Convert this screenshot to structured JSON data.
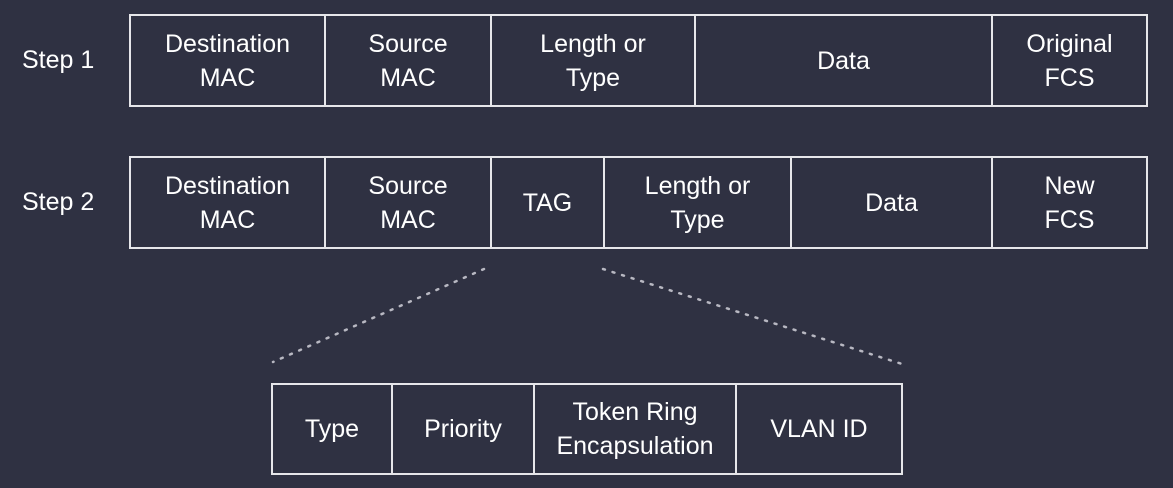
{
  "step1": {
    "label": "Step 1",
    "fields": [
      "Destination\nMAC",
      "Source\nMAC",
      "Length or\nType",
      "Data",
      "Original\nFCS"
    ]
  },
  "step2": {
    "label": "Step 2",
    "fields": [
      "Destination\nMAC",
      "Source\nMAC",
      "TAG",
      "Length or\nType",
      "Data",
      "New\nFCS"
    ]
  },
  "tag_detail": {
    "fields": [
      "Type",
      "Priority",
      "Token Ring\nEncapsulation",
      "VLAN ID"
    ]
  },
  "colors": {
    "background": "#2f3142",
    "line": "#e6e6ea",
    "text": "#ffffff",
    "dotted_connector": "#b8b8c2"
  }
}
